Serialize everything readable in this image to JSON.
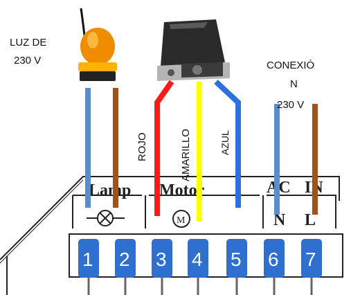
{
  "labels": {
    "lamp_title_line1": "LUZ DE",
    "lamp_title_line2": "230 V",
    "power_title_line1": "CONEXIÓ",
    "power_title_line2": "N",
    "power_title_line3": "230 V",
    "wire_red": "ROJO",
    "wire_yellow": "AMARILLO",
    "wire_blue": "AZUL"
  },
  "board": {
    "section_lamp": "Lamp",
    "section_motor": "Motor",
    "section_ac": "AC",
    "section_in": "IN",
    "sub_n": "N",
    "sub_l": "L"
  },
  "terminals": [
    "1",
    "2",
    "3",
    "4",
    "5",
    "6",
    "7"
  ],
  "colors": {
    "wire_blue": "#5b8ccd",
    "wire_brown": "#a0521a",
    "wire_red": "#ff1a1a",
    "wire_yellow": "#ffff00",
    "wire_motor_blue": "#2a70e0",
    "terminal_blue": "#2e6fd0",
    "lamp_amber": "#f08c00"
  }
}
